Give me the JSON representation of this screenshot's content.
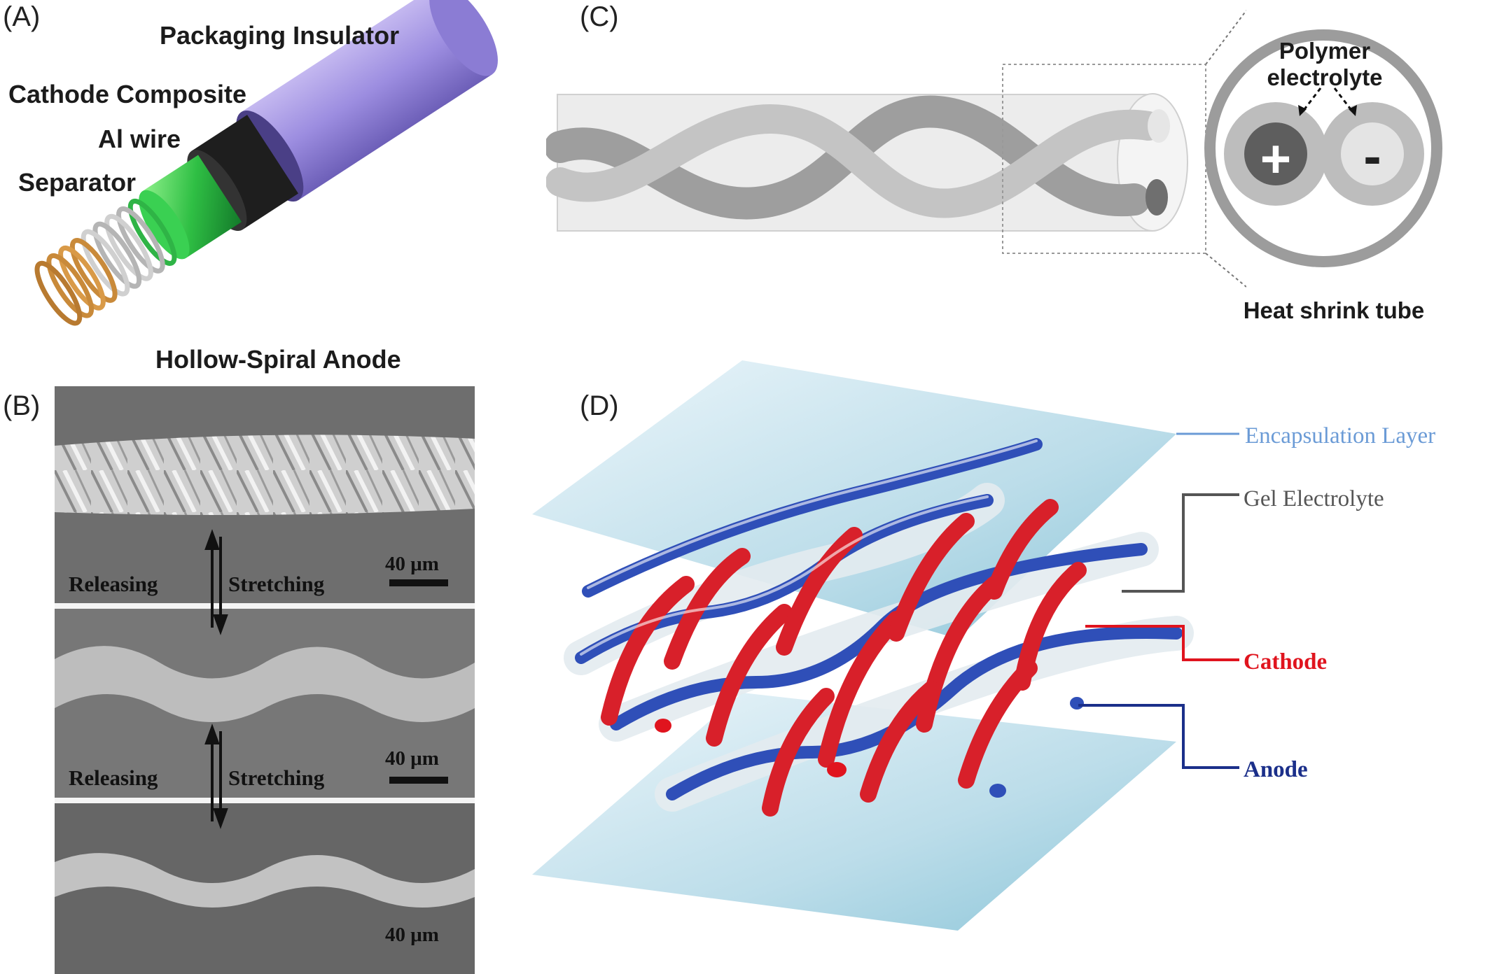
{
  "panels": {
    "a": {
      "letter": "(A)",
      "labels": {
        "packaging_insulator": "Packaging Insulator",
        "cathode_composite": "Cathode Composite",
        "al_wire": "Al wire",
        "separator": "Separator",
        "hollow_spiral_anode": "Hollow-Spiral Anode"
      }
    },
    "b": {
      "letter": "(B)",
      "releasing": "Releasing",
      "stretching": "Stretching",
      "scale_bar": "40 μm"
    },
    "c": {
      "letter": "(C)",
      "polymer": "Polymer",
      "electrolyte": "electrolyte",
      "plus": "+",
      "minus": "-",
      "heat_shrink_tube": "Heat shrink tube"
    },
    "d": {
      "letter": "(D)",
      "encapsulation_layer": "Encapsulation Layer",
      "gel_electrolyte": "Gel Electrolyte",
      "cathode": "Cathode",
      "anode": "Anode"
    }
  },
  "colors": {
    "encapsulation": "#6b9bd6",
    "gel": "#555555",
    "cathode": "#e0141e",
    "anode": "#1b2f8a",
    "insulator": "#8f7fd0",
    "separator_green": "#34c24a",
    "anode_copper": "#c98a3a"
  }
}
